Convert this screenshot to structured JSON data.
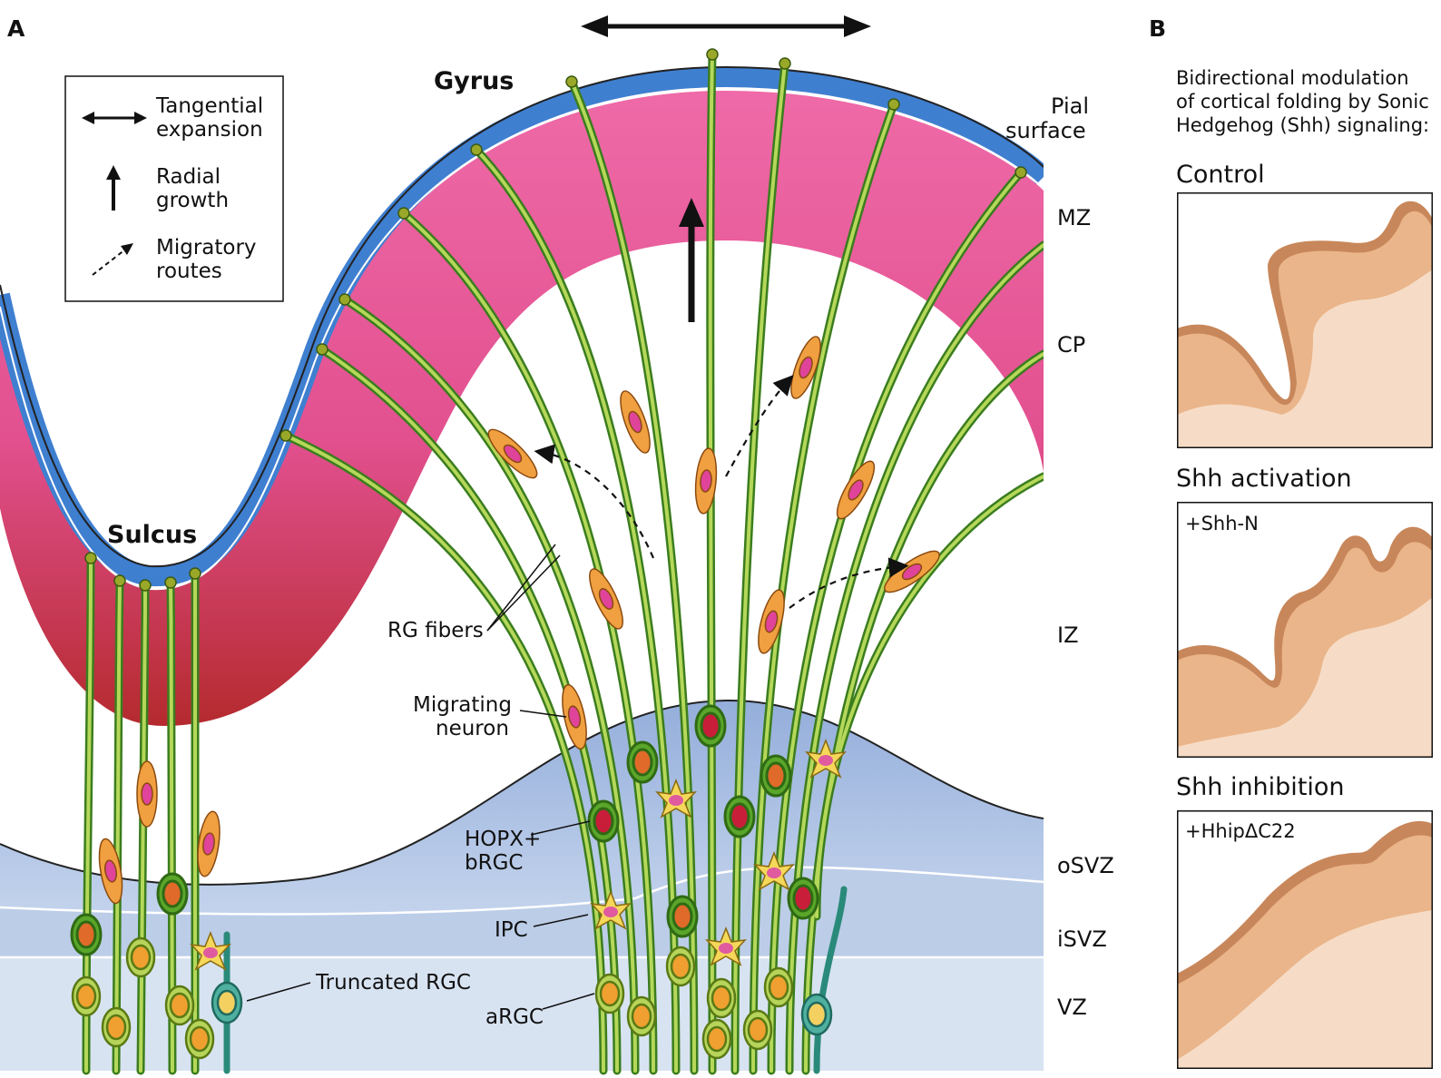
{
  "panel_a": {
    "letter": "A",
    "gyrus": "Gyrus",
    "sulcus": "Sulcus",
    "pial_surface": [
      "Pial",
      "surface"
    ],
    "zones": {
      "mz": "MZ",
      "cp": "CP",
      "iz": "IZ",
      "osvz": "oSVZ",
      "isvz": "iSVZ",
      "vz": "VZ"
    },
    "annotations": {
      "rg_fibers": "RG fibers",
      "migrating_neuron": [
        "Migrating",
        "neuron"
      ],
      "hopx_brgc": [
        "HOPX+",
        "bRGC"
      ],
      "ipc": "IPC",
      "truncated_rgc": "Truncated RGC",
      "argc": "aRGC"
    },
    "legend": {
      "tangential": [
        "Tangential",
        "expansion"
      ],
      "radial": [
        "Radial",
        "growth"
      ],
      "migratory": [
        "Migratory",
        "routes"
      ]
    }
  },
  "panel_b": {
    "letter": "B",
    "title": [
      "Bidirectional modulation",
      "of cortical folding by Sonic",
      "Hedgehog (Shh) signaling:"
    ],
    "panels": [
      {
        "heading": "Control",
        "tag": ""
      },
      {
        "heading": "Shh activation",
        "tag": "+Shh-N"
      },
      {
        "heading": "Shh inhibition",
        "tag": "+HhipΔC22"
      }
    ]
  },
  "colors": {
    "pia": "#3f7fd0",
    "cortex_pink": "#e8559a",
    "cortex_red": "#b8292c",
    "svz_blue": "#a9bfe0",
    "vz_blue": "#d5e0f0",
    "fiber_green": "#5aa62a",
    "fiber_light": "#b6d95a",
    "neuron_orange": "#f0a040",
    "neuron_nucleus": "#e0439a",
    "fold_dark": "#c8875a",
    "fold_mid": "#eab58a",
    "fold_light": "#f6dcc6"
  }
}
